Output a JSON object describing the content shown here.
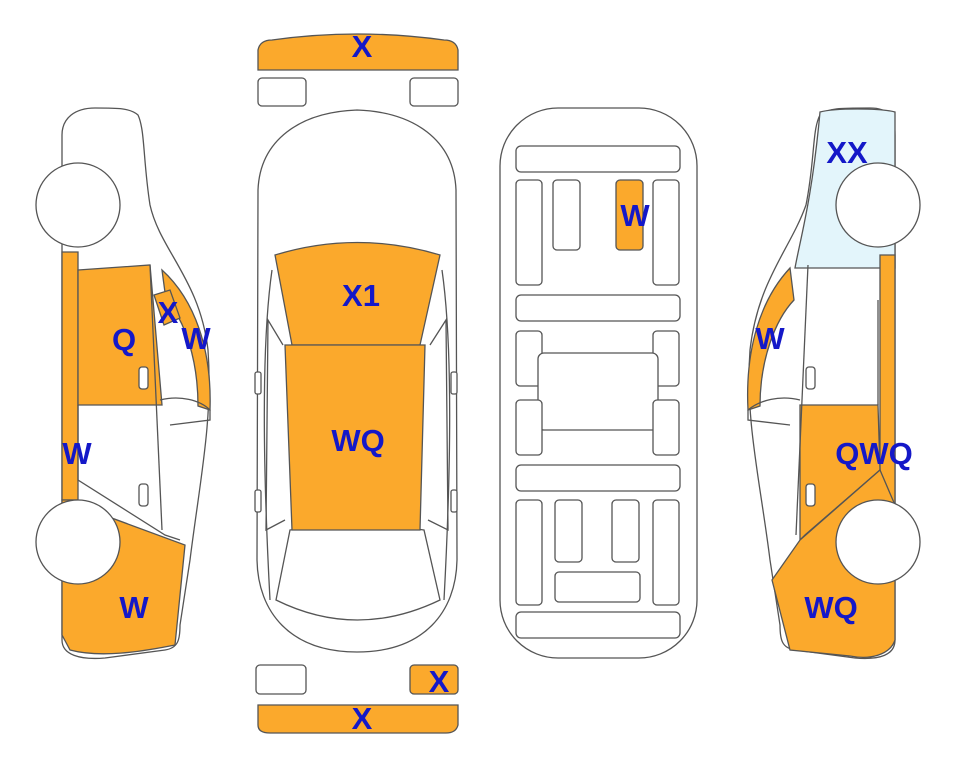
{
  "colors": {
    "damage_fill": "#FBA92C",
    "glass_tint": "#E3F5FB",
    "label_color": "#1418C8",
    "outline": "#555555"
  },
  "marks": {
    "front_bumper": "X",
    "roof": "X1",
    "hood": "WQ",
    "rear_lamp_right": "X",
    "rear_bumper": "X",
    "underbody_panel": "W",
    "left_front_pillar": "X",
    "left_windshield_edge": "W",
    "left_front_door": "Q",
    "left_rocker": "W",
    "left_rear_fender": "W",
    "right_rear_quarter": "XX",
    "right_windshield_edge": "W",
    "right_front_door": "QWQ",
    "right_front_fender": "WQ"
  }
}
